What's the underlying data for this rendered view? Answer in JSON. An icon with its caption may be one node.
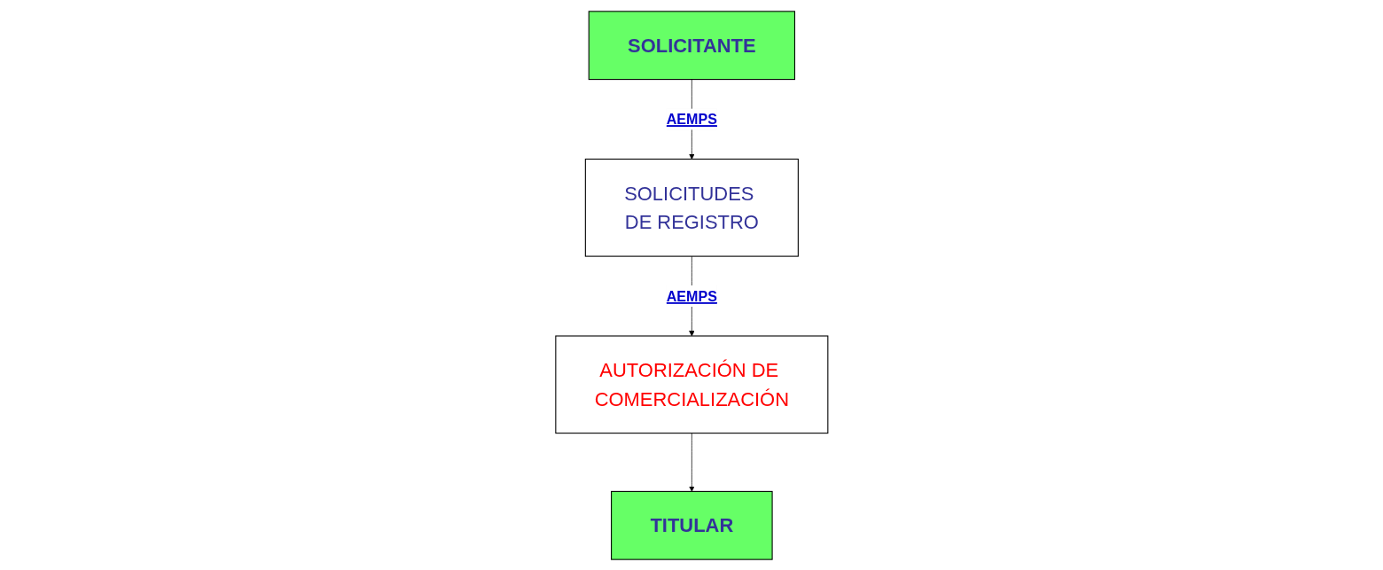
{
  "diagram": {
    "nodes": [
      {
        "text": [
          "SOLICITANTE"
        ]
      },
      {
        "text": [
          "SOLICITUDES DE REGISTRO"
        ]
      },
      {
        "text": [
          "AUTORIZACIÓN DE COMERCIALIZACIÓN"
        ]
      },
      {
        "text": [
          "TITULAR"
        ]
      }
    ],
    "edges": [
      {
        "from": 0,
        "to": 1,
        "arrow": "to",
        "label": "AEMPS"
      },
      {
        "from": 1,
        "to": 2,
        "arrow": "to",
        "label": "AEMPS"
      },
      {
        "from": 2,
        "to": 3,
        "arrow": "to"
      }
    ]
  }
}
